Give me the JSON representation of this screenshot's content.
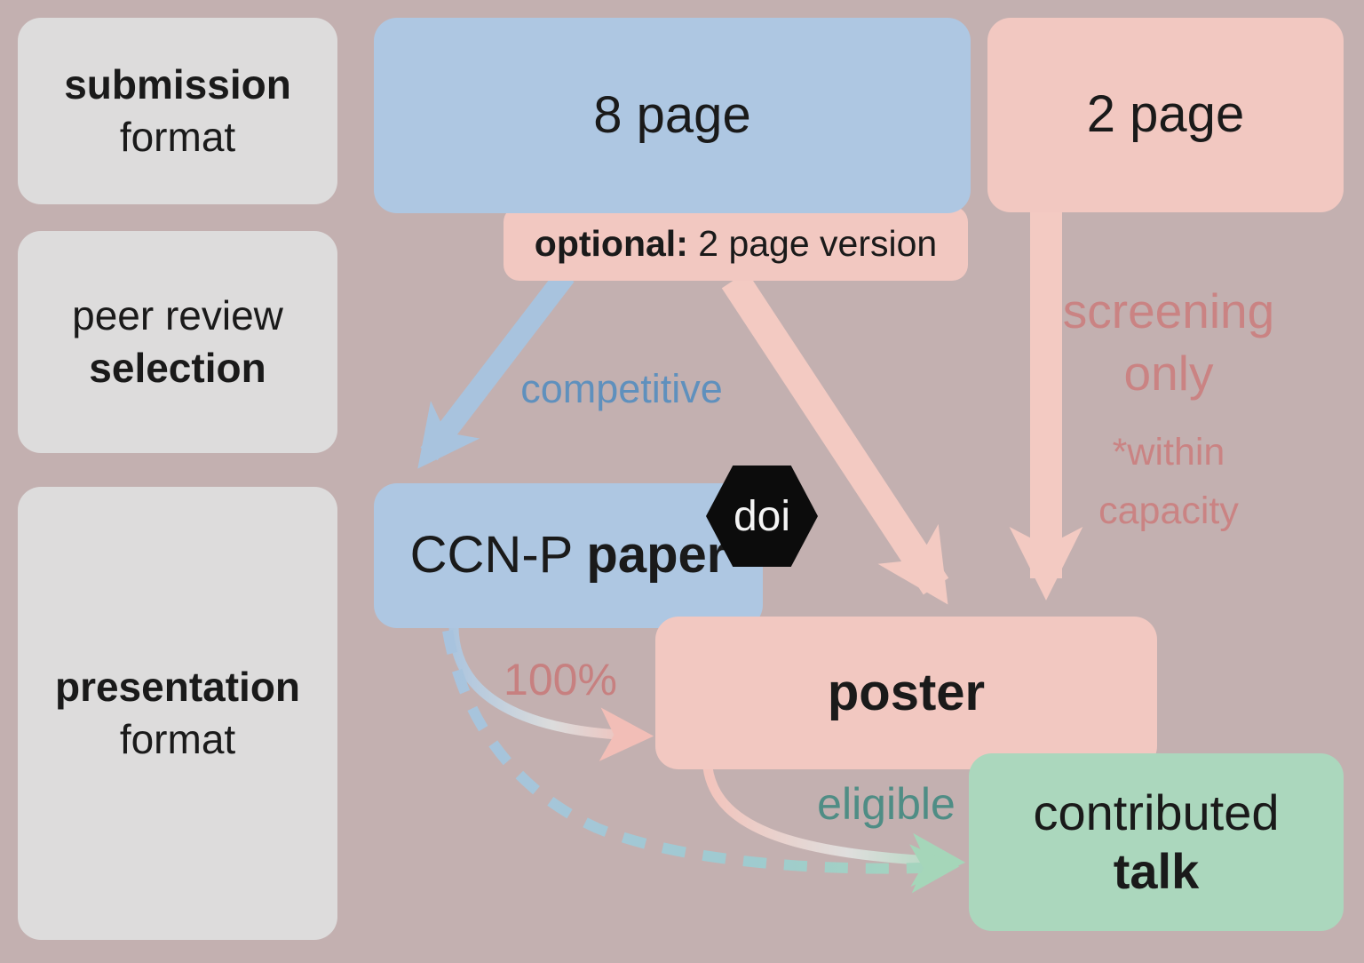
{
  "diagram": {
    "row_labels": [
      {
        "line1": "submission",
        "line2": "format"
      },
      {
        "line1": "peer review",
        "line2": "selection"
      },
      {
        "line1": "presentation",
        "line2": "format"
      }
    ],
    "nodes": {
      "eight_page": "8 page",
      "two_page": "2 page",
      "optional_prefix": "optional:",
      "optional_rest": " 2 page version",
      "ccnp_prefix": "CCN-P ",
      "ccnp_bold": "paper",
      "doi_badge": "doi",
      "poster": "poster",
      "talk_line1": "contributed",
      "talk_line2": "talk"
    },
    "annotations": {
      "competitive": "competitive",
      "screening_line1": "screening",
      "screening_line2": "only",
      "capacity_line1": "*within",
      "capacity_line2": "capacity",
      "pct": "100%",
      "eligible": "eligible"
    },
    "colors": {
      "background": "#c3b0b0",
      "gray_box": "#dddcdc",
      "blue_box": "#aec7e2",
      "pink_box": "#f2c8c1",
      "green_box": "#abd7bd",
      "blue_arrow": "#a8c3de",
      "pink_arrow": "#f3cac2",
      "green_arrow": "#a5d6b9",
      "rose_text": "#ca8383",
      "blue_text": "#5f90bd",
      "teal_text": "#4f8d85",
      "doi_bg": "#0c0c0c",
      "doi_text": "#f5f5f5"
    }
  }
}
